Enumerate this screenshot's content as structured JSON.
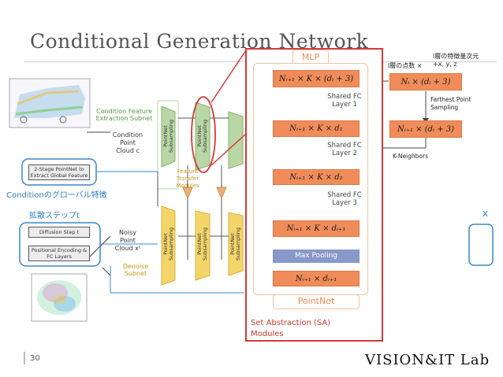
{
  "slide": {
    "title": "Conditional Generation Network",
    "page_number": "30",
    "logo": "VISION&IT Lab"
  },
  "left": {
    "condition_subnet": "Condition Feature\nExtraction Subnet",
    "condition_cloud": "Condition\nPoint\nCloud c",
    "noisy_cloud": "Noisy\nPoint\nCloud xᵗ",
    "pointnet_2stage": "2-Stage PointNet to\nExtract Global Feature",
    "condition_global_ja": "Conditionのグローバル特徴",
    "diffusion_step_ja": "拡散ステップt",
    "diffusion_step_box": "Diffusion Step t",
    "pos_encoding": "Positional Encoding &\nFC Layers",
    "feature_transfer": "Feature\nTransfer\nModules",
    "denoise_subnet": "Denoise\nSubnet",
    "subsampling_labels": [
      "PointNet\nSubsampling",
      "PointNet\nSubsampling",
      "PointNet\nSubsampling",
      "PointNet\nSubsampling",
      "PointNet\nSubsampling"
    ]
  },
  "mlp": {
    "label": "MLP",
    "blocks": [
      "Nᵢ₊₁ × K × (dᵢ + 3)",
      "Nᵢ₊₁ × K × d₁",
      "Nᵢ₊₁ × K × d₂",
      "Nᵢ₊₁ × K × dᵢ₊₁"
    ],
    "shared_fc": [
      "Shared FC\nLayer 1",
      "Shared FC\nLayer 2",
      "Shared FC\nLayer 3"
    ],
    "max_pooling": "Max Pooling",
    "output": "Nᵢ₊₁ × dᵢ₊₁",
    "pointnet": "PointNet",
    "sa_label": "Set Abstraction (SA)\nModules"
  },
  "right": {
    "points_ja": "l層の点数 ×",
    "features_ja": "l層の特徴量次元\n+x, y, z",
    "top_block": "Nᵢ × (dᵢ + 3)",
    "fps": "Farthest Point\nSampling",
    "bottom_block": "Nᵢ₊₁ × (dᵢ + 3)",
    "kneighbors": "K-Neighbors",
    "edge_glyph": "x"
  },
  "colors": {
    "overlay_border": "#d43a3a",
    "orange_block": "#f08c5a",
    "max_pool": "#8898c8",
    "green_module": "#b9d7a5",
    "gold_module": "#f4d56a",
    "blue_frame": "#3b87c8"
  }
}
